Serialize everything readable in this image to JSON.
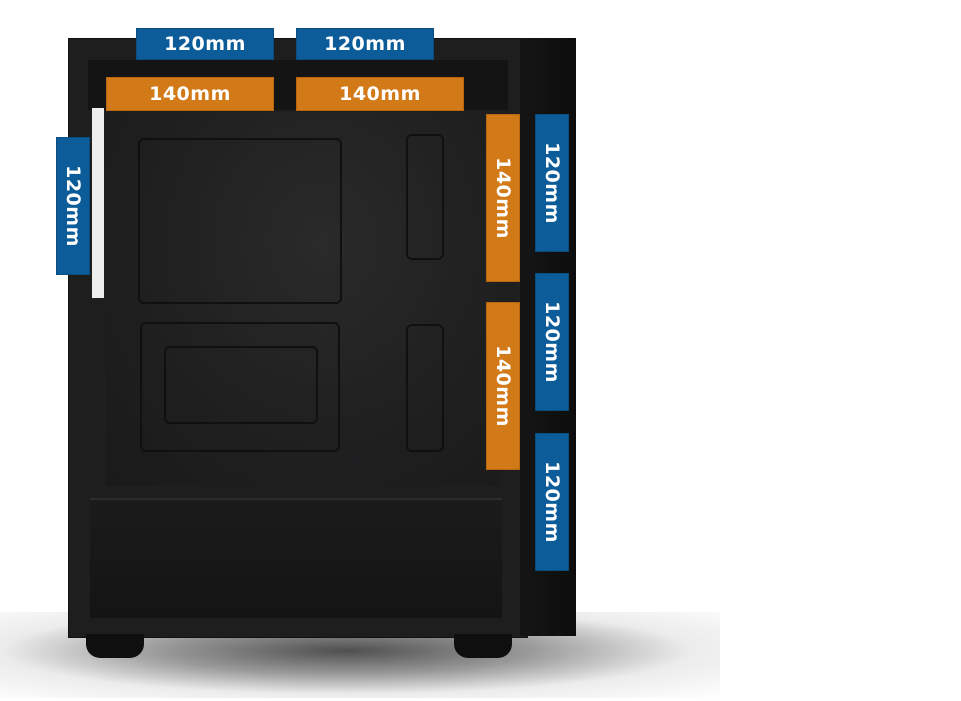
{
  "labels": {
    "top_120_left": "120mm",
    "top_120_right": "120mm",
    "top_140_left": "140mm",
    "top_140_right": "140mm",
    "rear_120": "120mm",
    "front_140_top": "140mm",
    "front_140_bottom": "140mm",
    "front_120_top": "120mm",
    "front_120_middle": "120mm",
    "front_120_bottom": "120mm"
  },
  "colors": {
    "label_120": "#0b5c98",
    "label_140": "#d27918",
    "case_body": "#1e1e1f",
    "label_text": "#ffffff"
  }
}
